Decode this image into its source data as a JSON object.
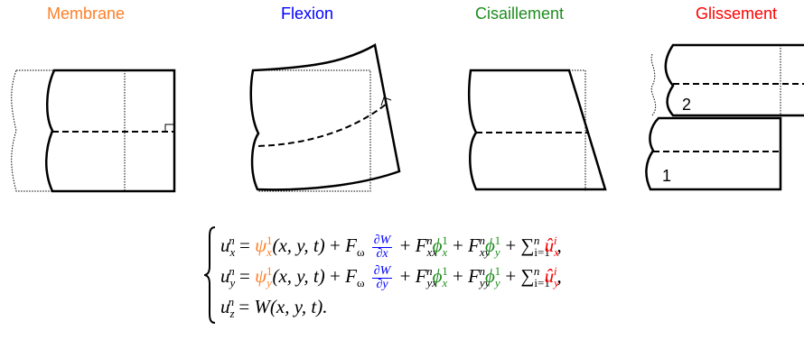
{
  "panels": [
    {
      "title": "Membrane",
      "color": "#ff7f27"
    },
    {
      "title": "Flexion",
      "color": "#0000ff"
    },
    {
      "title": "Cisaillement",
      "color": "#1e8c1e"
    },
    {
      "title": "Glissement",
      "color": "#ff0000"
    }
  ],
  "layer_labels": {
    "upper": "2",
    "lower": "1"
  },
  "equation": {
    "row1": {
      "lhs": "u",
      "sub": "x",
      "sup": "n",
      "psi_sub": "x",
      "psi_sup": "1",
      "args": "(x, y, t)",
      "F": "F",
      "F_sub": "ω",
      "frac_num": "∂W",
      "frac_den": "∂x",
      "Fxx_sub": "xx",
      "Fxy_sub": "xy",
      "phi_x": "x",
      "phi_y": "y",
      "sum_top": "n",
      "sum_bot": "i=1",
      "uhat_sub": "x",
      "uhat_sup": "i"
    },
    "row2": {
      "lhs": "u",
      "sub": "y",
      "sup": "n",
      "psi_sub": "y",
      "psi_sup": "1",
      "args": "(x, y, t)",
      "F": "F",
      "F_sub": "ω",
      "frac_num": "∂W",
      "frac_den": "∂y",
      "Fxx_sub": "yx",
      "Fxy_sub": "yy",
      "phi_x": "x",
      "phi_y": "y",
      "sum_top": "n",
      "sum_bot": "i=1",
      "uhat_sub": "y",
      "uhat_sup": "i"
    },
    "row3": {
      "lhs": "u",
      "sub": "z",
      "sup": "n",
      "rhs": "W(x, y, t)."
    }
  },
  "colors": {
    "psi": "#ff7f27",
    "flex": "#0000ff",
    "shear": "#1e8c1e",
    "slip": "#ff0000"
  }
}
